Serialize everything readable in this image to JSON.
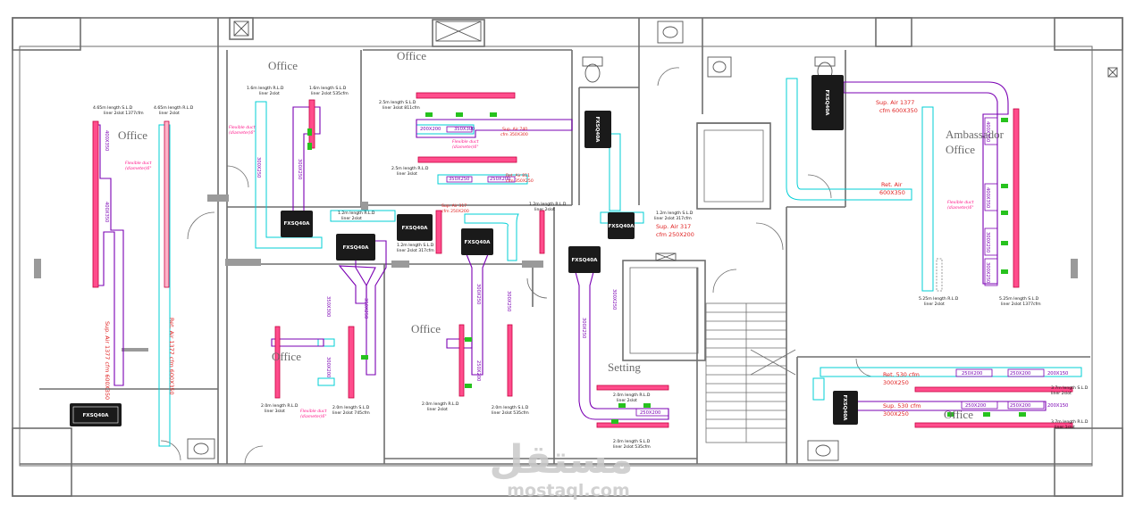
{
  "rooms": {
    "office_1": "Office",
    "office_2": "Office",
    "office_3": "Office",
    "office_4": "Office",
    "office_5": "Office",
    "ambassador_1": "Ambassador",
    "ambassador_2": "Office",
    "setting": "Setting",
    "office_6": "Office"
  },
  "units": {
    "u1": "FXSQ40A",
    "u2": "FXSQ40A",
    "u3": "FXSQ40A",
    "u4": "FXSQ40A",
    "u5": "FXSQ40A",
    "u6": "FXSQ40A",
    "u7": "FXSQ40A",
    "u8": "FXSQ40A",
    "u9": "FXSQ40A",
    "u10": "FXSQ40A"
  },
  "annotations": {
    "a1": "4.65m length S.L.D",
    "a1b": "liner 2slot 1377cfm",
    "a2": "4.65m length R.L.D",
    "a2b": "liner 2slot",
    "a3": "1.6m length R.L.D",
    "a3b": "liner 2slot",
    "a4": "1.6m length S.L.D",
    "a4b": "liner 2slot 535cfm",
    "a5": "2.5m length S.L.D",
    "a5b": "liner 3slot 811cfm",
    "a6": "2.5m length R.L.D",
    "a6b": "liner 3slot",
    "a7": "1.2m length R.L.D",
    "a7b": "liner 2slot",
    "a8": "1.2m length S.L.D",
    "a8b": "liner 2slot 317cfm",
    "a9": "1.2m length R.L.D",
    "a9b": "liner 2slot",
    "a10": "1.2m length S.L.D",
    "a10b": "liner 2slot 317cfm",
    "a11": "2.0m length R.L.D",
    "a11b": "liner 3slot",
    "a12": "2.0m length S.L.D",
    "a12b": "liner 2slot 745cfm",
    "a13": "2.0m length R.L.D",
    "a13b": "liner 2slot",
    "a14": "2.0m length S.L.D",
    "a14b": "liner 2slot 535cfm",
    "a15": "2.0m length R.L.D",
    "a15b": "liner 2slot",
    "a16": "2.0m length S.L.D",
    "a16b": "liner 2slot 535cfm",
    "a17": "5.25m length R.L.D",
    "a17b": "liner 2slot",
    "a18": "5.25m length S.L.D",
    "a18b": "liner 2slot 1377cfm",
    "a19": "3.7m length S.L.D",
    "a19b": "liner 2slot",
    "a20": "3.7m length R.L.D",
    "a20b": "liner 1slot"
  },
  "flex_notes": {
    "n1": "Flexible duct",
    "n1b": "(diameter)6\"",
    "n2": "Flexible duct",
    "n2b": "(diameter)6\"",
    "n3": "Flexible duct",
    "n3b": "(diameter)6\"",
    "n4": "Flexible duct",
    "n4b": "(diameter)6\"",
    "n5": "Flexible duct",
    "n5b": "(diameter)6\""
  },
  "air_labels": {
    "sup1": "Sup. Air 740",
    "sup1b": "cfm 350X300",
    "ret1": "Ret. Air 811",
    "ret1b": "cfm 350X250",
    "sup2": "Sup. Air 317",
    "sup2b": "cfm 250X200",
    "sup3": "Sup. Air 317",
    "sup3b": "cfm 250X200",
    "sup4": "Sup. Air 1377",
    "sup4b": "cfm 600X350",
    "ret4": "Ret. Air",
    "ret4b": "600X350",
    "ret5": "Ret. 530 cfm",
    "ret5b": "300X250",
    "sup5": "Sup. 530 cfm",
    "sup5b": "300X250",
    "vsup": "Sup. Air 1377 cfm 600X350",
    "vret": "Ret. Air 1377 cfm 600X350"
  },
  "duct_sizes": {
    "d1": "400X350",
    "d2": "400X350",
    "d3": "300X250",
    "d4": "300X250",
    "d5": "350X300",
    "d6": "350X250",
    "d7": "300X200",
    "d8": "300X250",
    "d9": "300X250",
    "d10": "250X200",
    "d11": "300X250",
    "d12": "300X250",
    "d13": "250X200",
    "d14": "400X350",
    "d15": "400X350",
    "d16": "300X250",
    "d17": "300X250",
    "d18": "250X200",
    "d19": "250X200",
    "d20": "200X150",
    "d21": "250X200",
    "d22": "250X200",
    "d23": "200X150",
    "d24": "200X200",
    "d25": "350X300",
    "d26": "350X250",
    "d27": "250X200"
  },
  "watermark": {
    "arabic": "مستقل",
    "latin": "mostaql.com"
  },
  "colors": {
    "wall": "#6e6e6e",
    "supply_duct": "#7a00b3",
    "return_duct": "#00cfd6",
    "diffuser": "#e02060",
    "grille": "#27c21e",
    "unit": "#1a1a1a",
    "room_text": "#6a6a6a",
    "watermark": "#c9c9c9"
  }
}
